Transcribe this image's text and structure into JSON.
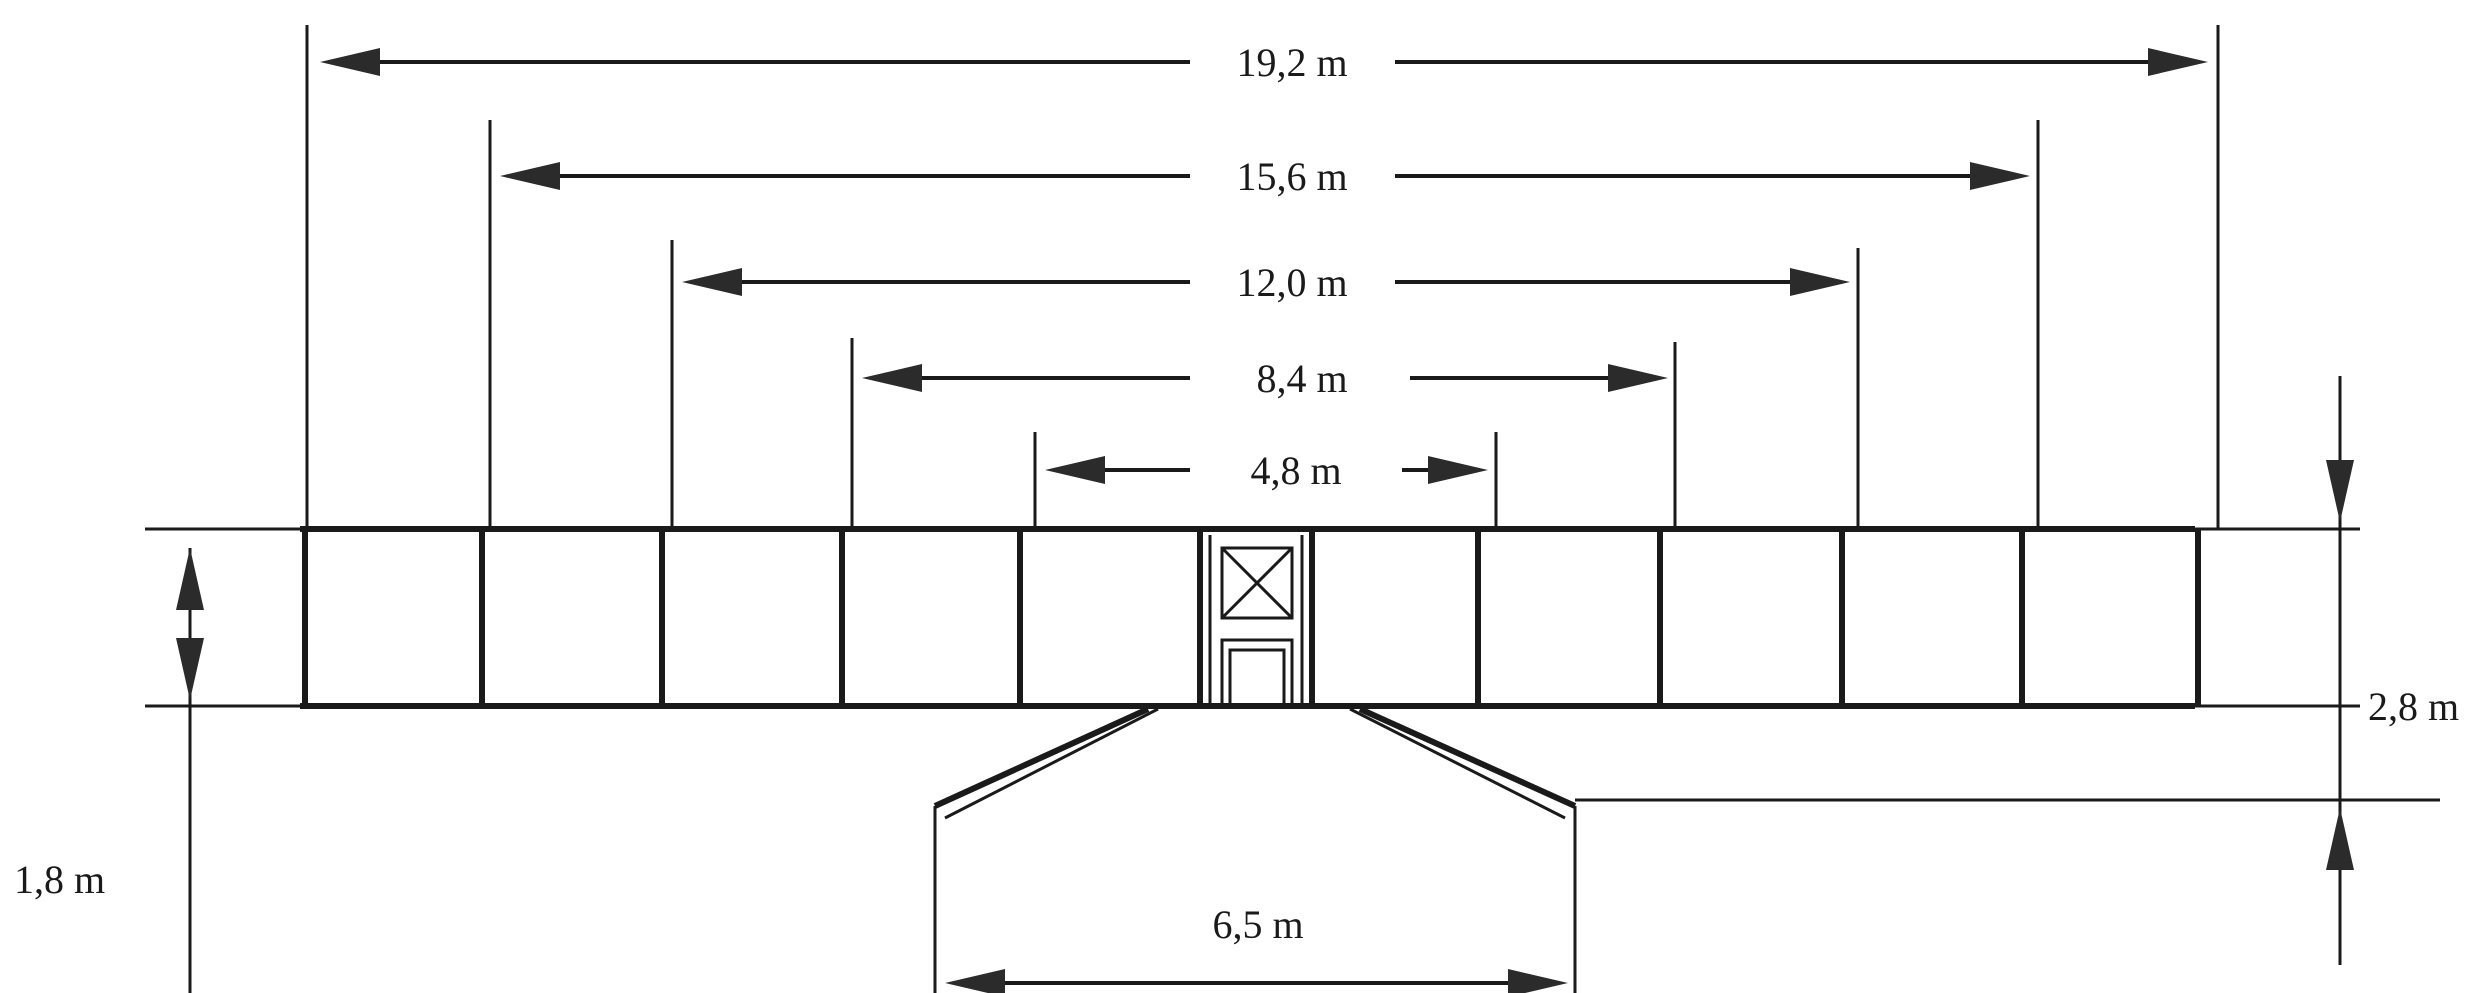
{
  "colors": {
    "ink": "#1a1a1a",
    "paper": "#ffffff"
  },
  "dimensions": {
    "span_19_2": "19,2 m",
    "span_15_6": "15,6 m",
    "span_12_0": "12,0 m",
    "span_8_4": "8,4 m",
    "span_4_8": "4,8 m",
    "height_2_8": "2,8 m",
    "height_1_8": "1,8 m",
    "width_6_5": "6,5 m"
  },
  "icons": {
    "center_box": "x-box-icon"
  }
}
